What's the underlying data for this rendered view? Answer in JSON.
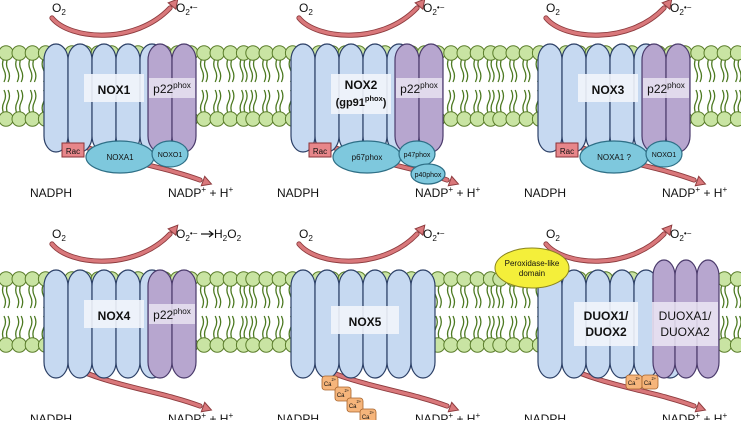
{
  "colors": {
    "membrane_head": "#c9e4a3",
    "membrane_head_stroke": "#5a7d2a",
    "membrane_tail": "#4d7a22",
    "helix_blue": "#c6d9f1",
    "helix_blue_stroke": "#2b3f66",
    "helix_purple": "#b7a6cf",
    "helix_purple_stroke": "#4a3a6b",
    "label_box": "#f1f4fb",
    "cyan_subunit": "#7ec8dd",
    "cyan_subunit_stroke": "#2e6f86",
    "rac": "#e7868a",
    "rac_stroke": "#8a3338",
    "arrow": "#d9787b",
    "arrow_stroke": "#8d3b3e",
    "calcium": "#f6b57b",
    "calcium_stroke": "#a8642c",
    "peroxidase": "#f4ef3a",
    "peroxidase_stroke": "#8a8520"
  },
  "panels": [
    {
      "id": "nox1",
      "o2": "O",
      "o2_sub": "2",
      "product": "O",
      "product_sub": "2",
      "product_sup": "•−",
      "extra_product": "",
      "enzyme": "NOX1",
      "enzyme_line2": "",
      "p22": "p22",
      "p22_sup": "phox",
      "rac": "Rac",
      "organizer_large": "NOXA1",
      "organizer_small": "NOXO1",
      "extra_subunit": "",
      "nadph": "NADPH",
      "nadp": "NADP",
      "nadp_sup": "+",
      "nadp_tail": " + H",
      "nadp_tail_sup": "+"
    },
    {
      "id": "nox2",
      "o2": "O",
      "o2_sub": "2",
      "product": "O",
      "product_sub": "2",
      "product_sup": "•−",
      "extra_product": "",
      "enzyme": "NOX2",
      "enzyme_line2": "(gp91",
      "enzyme_line2_sup": "phox",
      "enzyme_line2_end": ")",
      "p22": "p22",
      "p22_sup": "phox",
      "rac": "Rac",
      "organizer_large": "p67phox",
      "organizer_small": "p47phox",
      "extra_subunit": "p40phox",
      "nadph": "NADPH",
      "nadp": "NADP",
      "nadp_sup": "+",
      "nadp_tail": " + H",
      "nadp_tail_sup": "+"
    },
    {
      "id": "nox3",
      "o2": "O",
      "o2_sub": "2",
      "product": "O",
      "product_sub": "2",
      "product_sup": "•−",
      "extra_product": "",
      "enzyme": "NOX3",
      "enzyme_line2": "",
      "p22": "p22",
      "p22_sup": "phox",
      "rac": "Rac",
      "organizer_large": "NOXA1 ?",
      "organizer_small": "NOXO1",
      "extra_subunit": "",
      "nadph": "NADPH",
      "nadp": "NADP",
      "nadp_sup": "+",
      "nadp_tail": " + H",
      "nadp_tail_sup": "+"
    },
    {
      "id": "nox4",
      "o2": "O",
      "o2_sub": "2",
      "product": "O",
      "product_sub": "2",
      "product_sup": "•−",
      "extra_product": "H",
      "extra_product_sub": "2",
      "extra_product_tail": "O",
      "extra_product_sub2": "2",
      "enzyme": "NOX4",
      "enzyme_line2": "",
      "p22": "p22",
      "p22_sup": "phox",
      "nadph": "NADPH",
      "nadp": "NADP",
      "nadp_sup": "+",
      "nadp_tail": " + H",
      "nadp_tail_sup": "+"
    },
    {
      "id": "nox5",
      "o2": "O",
      "o2_sub": "2",
      "product": "O",
      "product_sub": "2",
      "product_sup": "•−",
      "enzyme": "NOX5",
      "calcium": "Ca",
      "calcium_sup": "2+",
      "nadph": "NADPH",
      "nadp": "NADP",
      "nadp_sup": "+",
      "nadp_tail": " + H",
      "nadp_tail_sup": "+"
    },
    {
      "id": "duox",
      "o2": "O",
      "o2_sub": "2",
      "product": "O",
      "product_sub": "2",
      "product_sup": "•−",
      "peroxidase_line1": "Peroxidase-like",
      "peroxidase_line2": "domain",
      "enzyme": "DUOX1/",
      "enzyme_line2": "DUOX2",
      "maturation_line1": "DUOXA1/",
      "maturation_line2": "DUOXA2",
      "calcium": "Ca",
      "calcium_sup": "2+",
      "nadph": "NADPH",
      "nadp": "NADP",
      "nadp_sup": "+",
      "nadp_tail": " + H",
      "nadp_tail_sup": "+"
    }
  ]
}
